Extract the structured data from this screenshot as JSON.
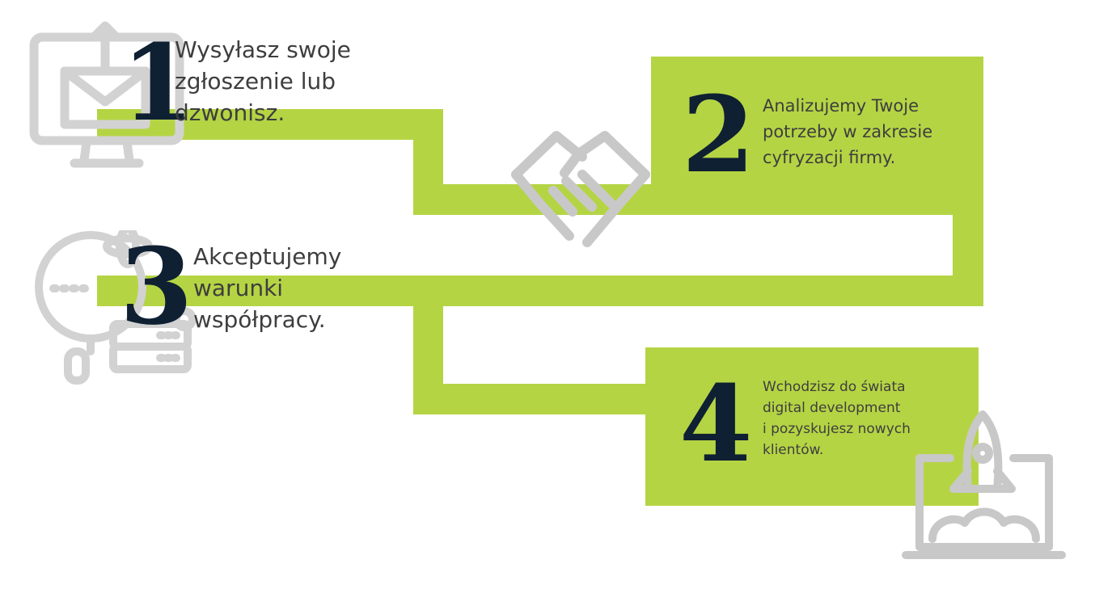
{
  "colors": {
    "accent": "#b5d444",
    "number": "#0f2033",
    "text": "#3e3e3e",
    "icon": "#d2d2d2"
  },
  "steps": [
    {
      "number": "1",
      "text": "Wysyłasz swoje\nzgłoszenie lub\ndzwonisz.",
      "icon": "email-send-icon"
    },
    {
      "number": "2",
      "text": "Analizujemy Twoje\npotrzeby w zakresie\ncyfryzacji firmy.",
      "icon": "handshake-icon"
    },
    {
      "number": "3",
      "text": "Akceptujemy\nwarunki\nwspółpracy.",
      "icon": "search-database-icon"
    },
    {
      "number": "4",
      "text": "Wchodzisz do świata\ndigital development\ni pozyskujesz nowych\nklientów.",
      "icon": "rocket-laptop-icon"
    }
  ]
}
